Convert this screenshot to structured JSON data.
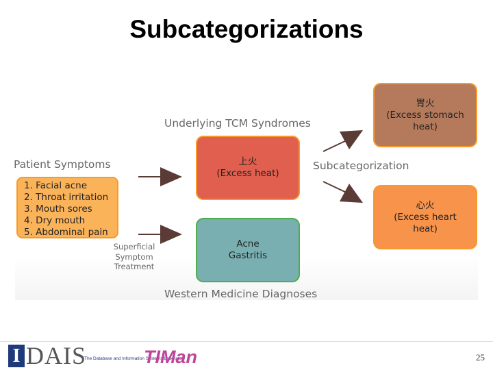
{
  "slide": {
    "title": "Subcategorizations",
    "page_number": "25"
  },
  "diagram": {
    "labels": {
      "patient_symptoms": "Patient Symptoms",
      "underlying_tcm": "Underlying TCM Syndromes",
      "subcategorization": "Subcategorization",
      "western_diagnoses": "Western Medicine Diagnoses",
      "superficial_line1": "Superficial",
      "superficial_line2": "Symptom",
      "superficial_line3": "Treatment"
    },
    "symptoms": [
      "1. Facial acne",
      "2. Throat irritation",
      "3. Mouth sores",
      "4. Dry mouth",
      "5. Abdominal pain"
    ],
    "excess_heat": {
      "chinese": "上火",
      "english": "(Excess heat)"
    },
    "western": {
      "line1": "Acne",
      "line2": "Gastritis"
    },
    "stomach_heat": {
      "chinese": "胃火",
      "english_line1": "(Excess stomach",
      "english_line2": "heat)"
    },
    "heart_heat": {
      "chinese": "心火",
      "english_line1": "(Excess heart",
      "english_line2": "heat)"
    },
    "colors": {
      "symptoms_fill": "#fbb35a",
      "excess_heat_fill": "#e05f4e",
      "western_fill": "#79afb0",
      "western_border": "#4cae50",
      "stomach_fill": "#b57a5c",
      "heart_fill": "#f7934a",
      "box_border": "#f79a2b",
      "arrow": "#5a3b36"
    }
  },
  "footer": {
    "logo_dais": "DAIS",
    "logo_i": "I",
    "logo_subtitle": "The Database and Information Systems Laboratory",
    "logo_timan": "TIMan"
  }
}
